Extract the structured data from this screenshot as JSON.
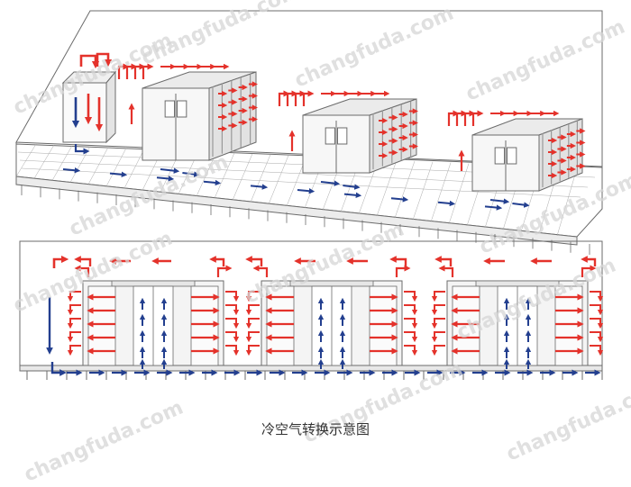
{
  "caption": "冷空气转换示意图",
  "watermark": "changfuda.com",
  "colors": {
    "hot_air": "#e4322b",
    "cold_air": "#233f8f",
    "line": "#6b6b6b",
    "panel": "#f4f4f4",
    "watermark": "#d6d6d6"
  },
  "icons": [
    "red-airflow-arrow",
    "blue-airflow-arrow"
  ]
}
